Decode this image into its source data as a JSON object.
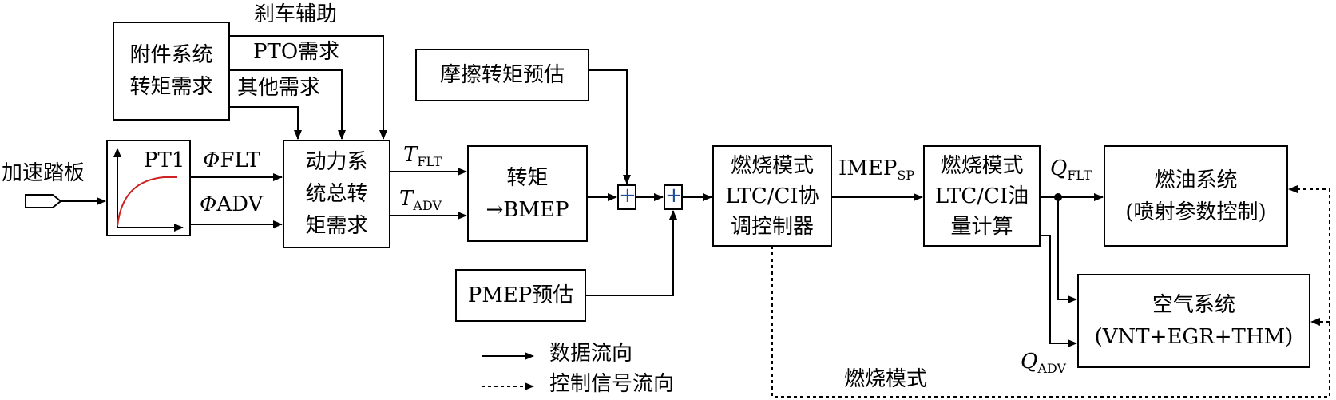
{
  "accessory": {
    "line1": "附件系统",
    "line2": "转矩需求"
  },
  "brake_assist": "刹车辅助",
  "pto_demand": "PTO需求",
  "other_demand": "其他需求",
  "accel_pedal": "加速踏板",
  "pt1": "PT1",
  "phi_flt": {
    "sym": "Φ",
    "text": "FLT"
  },
  "phi_adv": {
    "sym": "Φ",
    "text": "ADV"
  },
  "powertrain": {
    "line1": "动力系",
    "line2": "统总转",
    "line3": "矩需求"
  },
  "t_flt": {
    "sym": "T",
    "sub": "FLT"
  },
  "t_adv": {
    "sym": "T",
    "sub": "ADV"
  },
  "torque_bmep": {
    "line1": "转矩",
    "line2": "→BMEP"
  },
  "friction": "摩擦转矩预估",
  "pmep": "PMEP预估",
  "plus": "+",
  "combustion_ctrl": {
    "line1": "燃烧模式",
    "line2": "LTC/CI协",
    "line3": "调控制器"
  },
  "imep": {
    "text": "IMEP",
    "sub": "SP"
  },
  "fuel_calc": {
    "line1": "燃烧模式",
    "line2": "LTC/CI油",
    "line3": "量计算"
  },
  "q_flt": {
    "sym": "Q",
    "sub": "FLT"
  },
  "q_adv": {
    "sym": "Q",
    "sub": "ADV"
  },
  "fuel_system": {
    "line1": "燃油系统",
    "line2": "(喷射参数控制)"
  },
  "air_system": {
    "line1": "空气系统",
    "line2": "(VNT+EGR+THM)"
  },
  "combustion_mode": "燃烧模式",
  "legend": {
    "data_flow": "数据流向",
    "control_flow": "控制信号流向"
  },
  "colors": {
    "line": "#000000",
    "curve": "#cc2222",
    "plus": "#1f4e9a"
  }
}
